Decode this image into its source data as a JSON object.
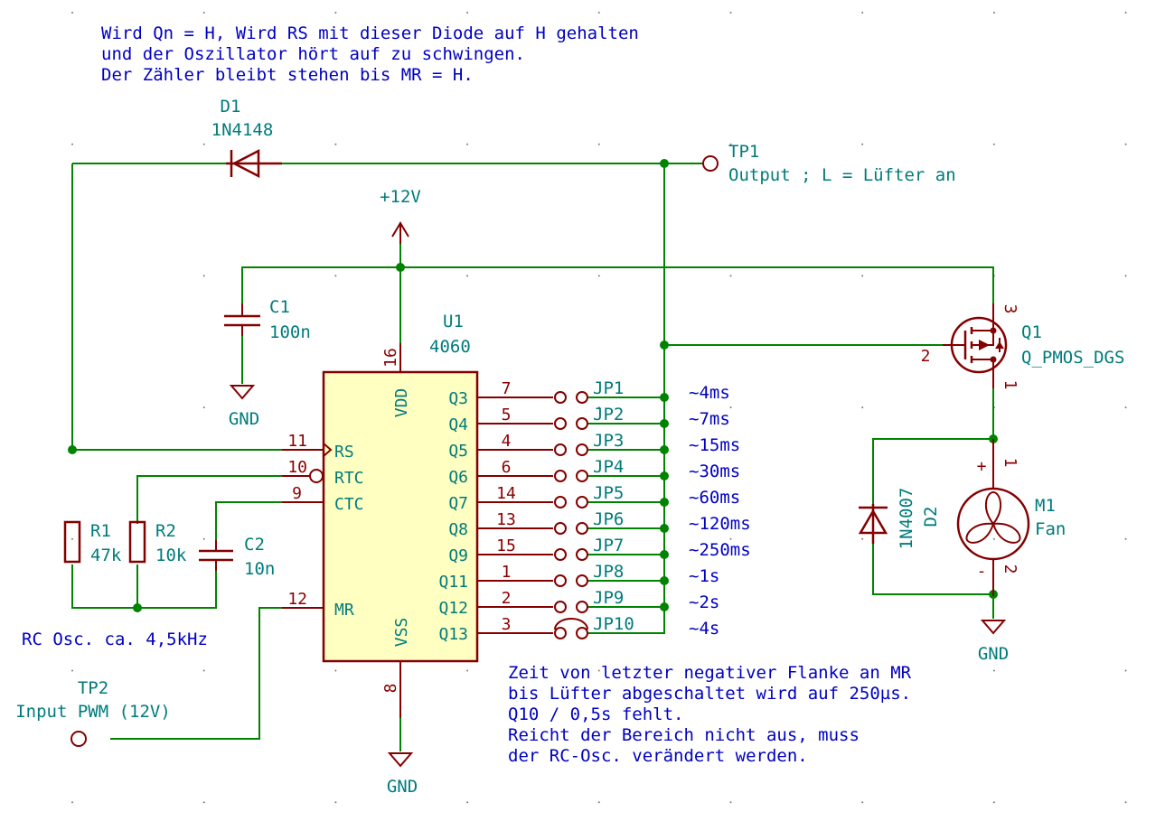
{
  "notes": {
    "top": [
      "Wird Qn = H, Wird RS mit dieser Diode auf H gehalten",
      "und der Oszillator hört auf zu schwingen.",
      "Der Zähler bleibt  stehen bis MR = H."
    ],
    "osc": "RC Osc. ca. 4,5kHz",
    "bottom": [
      "Zeit von letzter negativer Flanke an MR",
      "bis Lüfter abgeschaltet wird auf 250µs.",
      "Q10 / 0,5s fehlt.",
      "Reicht der Bereich nicht aus, muss",
      "der RC-Osc. verändert werden."
    ]
  },
  "d1": {
    "ref": "D1",
    "value": "1N4148"
  },
  "tp1": {
    "ref": "TP1",
    "value": "Output ; L = Lüfter an"
  },
  "tp2": {
    "ref": "TP2",
    "value": "Input PWM (12V)"
  },
  "power": {
    "vcc": "+12V",
    "gnd": "GND"
  },
  "c1": {
    "ref": "C1",
    "value": "100n"
  },
  "c2": {
    "ref": "C2",
    "value": "10n"
  },
  "r1": {
    "ref": "R1",
    "value": "47k"
  },
  "r2": {
    "ref": "R2",
    "value": "10k"
  },
  "u1": {
    "ref": "U1",
    "value": "4060",
    "vdd": {
      "pin": "16",
      "name": "VDD"
    },
    "vss": {
      "pin": "8",
      "name": "VSS"
    },
    "left_pins": [
      {
        "pin": "11",
        "name": "RS"
      },
      {
        "pin": "10",
        "name": "RTC"
      },
      {
        "pin": "9",
        "name": "CTC"
      },
      {
        "pin": "12",
        "name": "MR"
      }
    ],
    "outputs": [
      {
        "name": "Q3",
        "pin": "7",
        "jp": "JP1",
        "time": "~4ms"
      },
      {
        "name": "Q4",
        "pin": "5",
        "jp": "JP2",
        "time": "~7ms"
      },
      {
        "name": "Q5",
        "pin": "4",
        "jp": "JP3",
        "time": "~15ms"
      },
      {
        "name": "Q6",
        "pin": "6",
        "jp": "JP4",
        "time": "~30ms"
      },
      {
        "name": "Q7",
        "pin": "14",
        "jp": "JP5",
        "time": "~60ms"
      },
      {
        "name": "Q8",
        "pin": "13",
        "jp": "JP6",
        "time": "~120ms"
      },
      {
        "name": "Q9",
        "pin": "15",
        "jp": "JP7",
        "time": "~250ms"
      },
      {
        "name": "Q11",
        "pin": "1",
        "jp": "JP8",
        "time": "~1s"
      },
      {
        "name": "Q12",
        "pin": "2",
        "jp": "JP9",
        "time": "~2s"
      },
      {
        "name": "Q13",
        "pin": "3",
        "jp": "JP10",
        "time": "~4s"
      }
    ]
  },
  "q1": {
    "ref": "Q1",
    "value": "Q_PMOS_DGS",
    "pin_s": "3",
    "pin_g": "2",
    "pin_d": "1"
  },
  "d2": {
    "ref": "D2",
    "value": "1N4007"
  },
  "m1": {
    "ref": "M1",
    "value": "Fan",
    "pin_plus": "1",
    "pin_minus": "2",
    "plus": "+",
    "minus": "-"
  }
}
